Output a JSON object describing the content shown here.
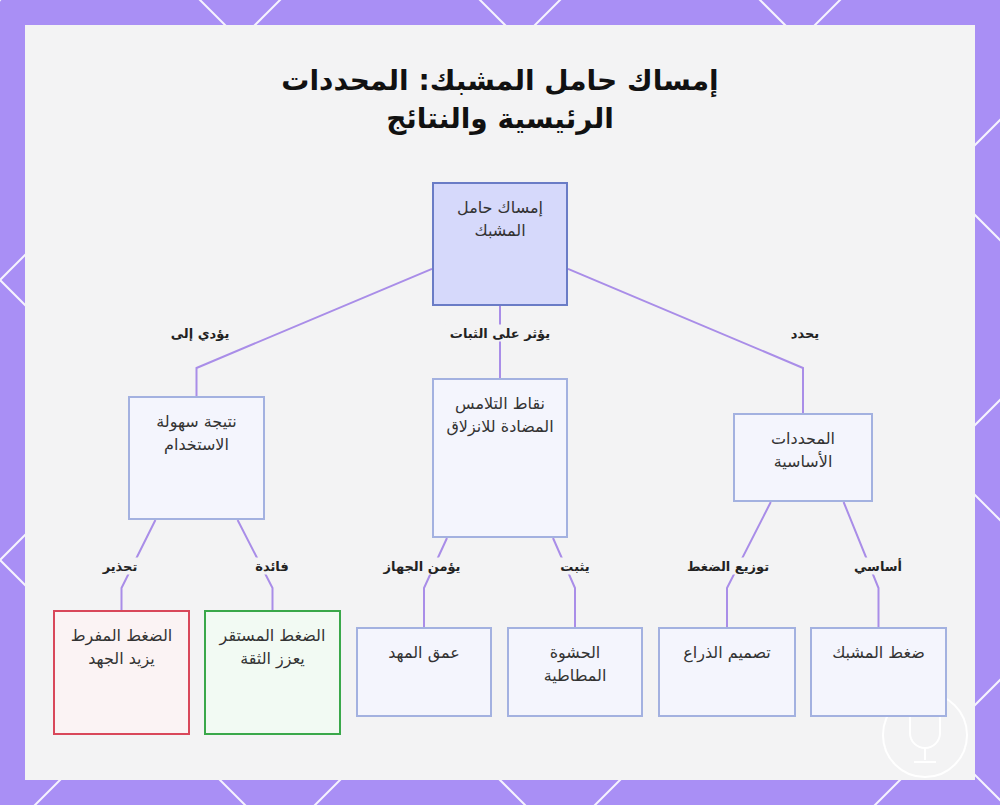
{
  "diagram": {
    "title": "إمساك حامل المشبك: المحددات الرئيسية والنتائج",
    "nodes": [
      {
        "text": [
          "إمساك حامل المشبك"
        ]
      },
      {
        "text": [
          "نتيجة سهولة الاستخدام"
        ]
      },
      {
        "text": [
          "نقاط التلامس المضادة للانزلاق"
        ]
      },
      {
        "text": [
          "المحددات الأساسية"
        ]
      },
      {
        "text": [
          "الضغط المفرط يزيد الجهد"
        ]
      },
      {
        "text": [
          "الضغط المستقر يعزز الثقة"
        ]
      },
      {
        "text": [
          "عمق المهد"
        ]
      },
      {
        "text": [
          "الحشوة المطاطية"
        ]
      },
      {
        "text": [
          "تصميم الذراع"
        ]
      },
      {
        "text": [
          "ضغط المشبك"
        ]
      }
    ],
    "edges": [
      {
        "from": 0,
        "to": 1,
        "label": "يؤدي إلى",
        "arrow": "none"
      },
      {
        "from": 0,
        "to": 2,
        "label": "يؤثر على الثبات",
        "arrow": "none"
      },
      {
        "from": 0,
        "to": 3,
        "label": "يحدد",
        "arrow": "none"
      },
      {
        "from": 1,
        "to": 4,
        "label": "تحذير",
        "arrow": "none"
      },
      {
        "from": 1,
        "to": 5,
        "label": "فائدة",
        "arrow": "none"
      },
      {
        "from": 2,
        "to": 6,
        "label": "يؤمن الجهاز",
        "arrow": "none"
      },
      {
        "from": 2,
        "to": 7,
        "label": "يثبت",
        "arrow": "none"
      },
      {
        "from": 3,
        "to": 8,
        "label": "توزيع الضغط",
        "arrow": "none"
      },
      {
        "from": 3,
        "to": 9,
        "label": "أساسي",
        "arrow": "none"
      }
    ]
  }
}
